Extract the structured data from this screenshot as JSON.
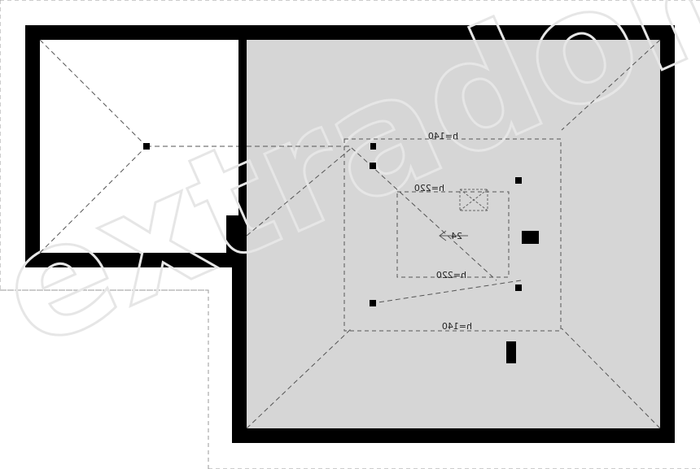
{
  "plan": {
    "labels": {
      "top_outer": "h=140",
      "top_inner": "h=220",
      "bottom_inner": "h=220",
      "bottom_outer": "h=140",
      "stair": "24"
    },
    "watermark": "extradom",
    "colors": {
      "wall": "#000000",
      "floor": "#d6d6d6",
      "dash": "#555555",
      "background": "#ffffff"
    }
  }
}
